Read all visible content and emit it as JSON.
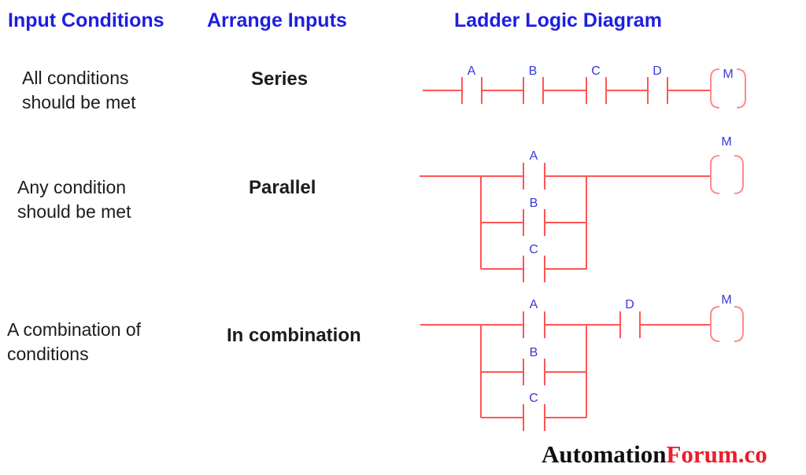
{
  "headers": {
    "col1": "Input Conditions",
    "col2": "Arrange Inputs",
    "col3": "Ladder Logic Diagram"
  },
  "rows": [
    {
      "condition": "All conditions\nshould be met",
      "arrangement": "Series",
      "diagram": {
        "type": "series",
        "contacts_series": [
          "A",
          "B",
          "C",
          "D"
        ],
        "coil": "M"
      }
    },
    {
      "condition": "Any condition\nshould be met",
      "arrangement": "Parallel",
      "diagram": {
        "type": "parallel",
        "contacts_parallel": [
          "A",
          "B",
          "C"
        ],
        "coil": "M"
      }
    },
    {
      "condition": "A combination of\nconditions",
      "arrangement": "In combination",
      "diagram": {
        "type": "parallel-then-series",
        "contacts_parallel": [
          "A",
          "B",
          "C"
        ],
        "contacts_series": [
          "D"
        ],
        "coil": "M"
      }
    }
  ],
  "logo": {
    "black_part": "Automation",
    "red_part": "Forum.co"
  },
  "colors": {
    "header_blue": "#1e1ee0",
    "label_blue": "#3838d8",
    "ladder_red": "#ff5555",
    "coil_red": "#ff8a8a",
    "logo_red": "#ee1c2c",
    "text_black": "#1c1c1c"
  }
}
